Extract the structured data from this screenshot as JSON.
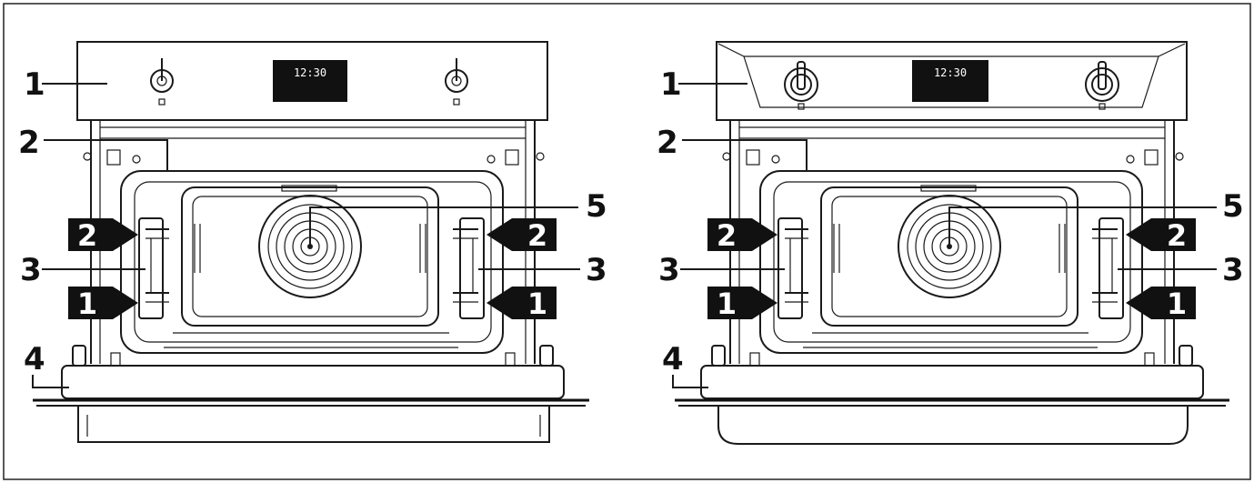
{
  "figures": [
    {
      "id": "left",
      "display_text": "12:30",
      "callouts": {
        "c1": "1",
        "c2": "2",
        "c3L": "3",
        "c3R": "3",
        "c4": "4",
        "c5": "5"
      },
      "levels": {
        "upper": "2",
        "lower": "1"
      }
    },
    {
      "id": "right",
      "display_text": "12:30",
      "callouts": {
        "c1": "1",
        "c2": "2",
        "c3L": "3",
        "c3R": "3",
        "c4": "4",
        "c5": "5"
      },
      "levels": {
        "upper": "2",
        "lower": "1"
      }
    }
  ],
  "colors": {
    "line": "#1a1a1a",
    "tag": "#111111",
    "display": "#111111"
  }
}
